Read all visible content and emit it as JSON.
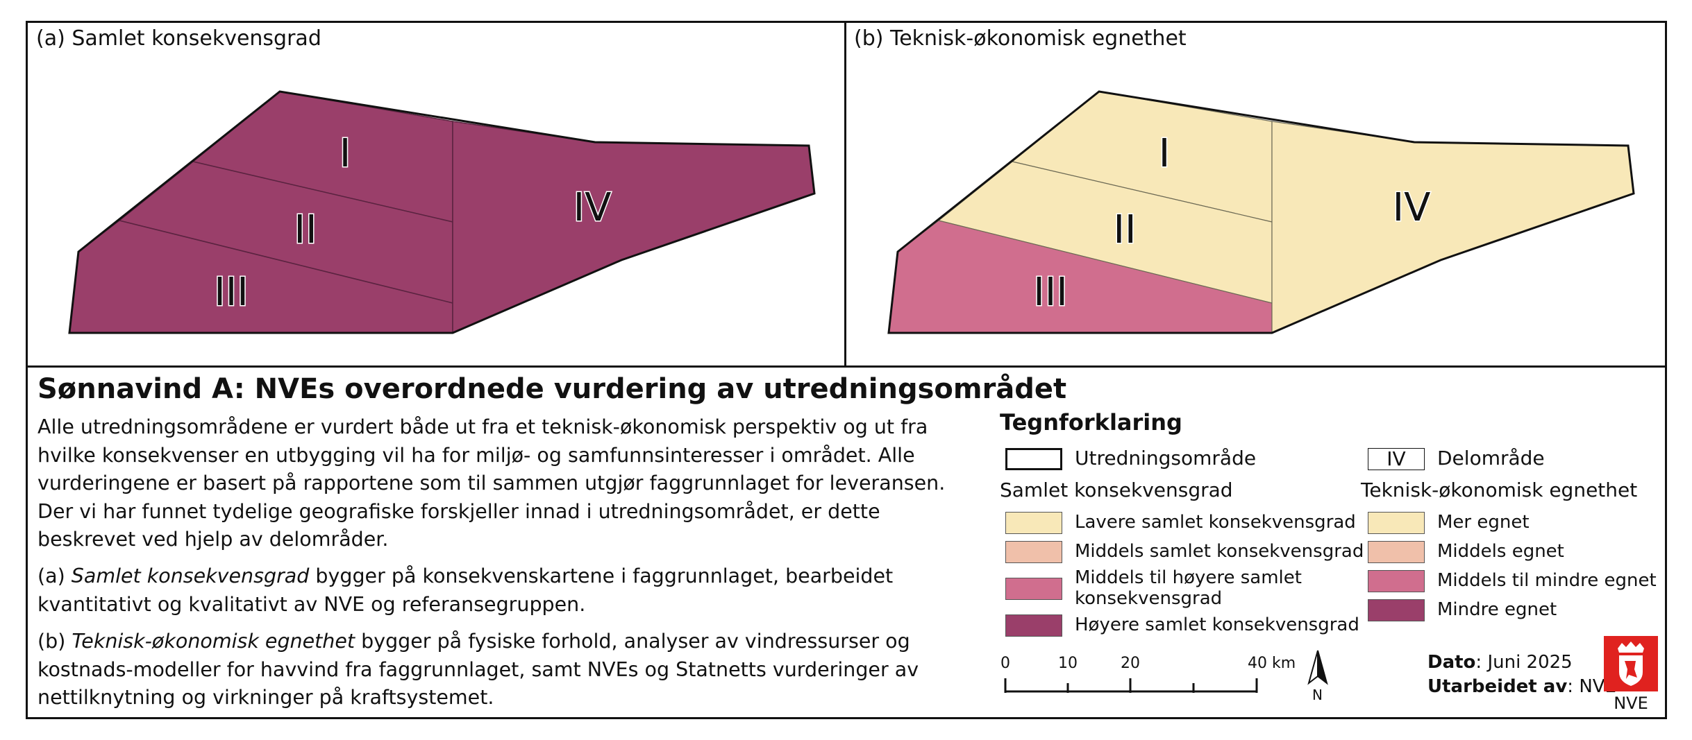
{
  "panel_a": {
    "label": "(a) Samlet konsekvensgrad",
    "areas": [
      {
        "id": "I",
        "label": "I",
        "class": "Høyere samlet konsekvensgrad"
      },
      {
        "id": "II",
        "label": "II",
        "class": "Høyere samlet konsekvensgrad"
      },
      {
        "id": "III",
        "label": "III",
        "class": "Høyere samlet konsekvensgrad"
      },
      {
        "id": "IV",
        "label": "IV",
        "class": "Høyere samlet konsekvensgrad"
      }
    ]
  },
  "panel_b": {
    "label": "(b) Teknisk-økonomisk egnethet",
    "areas": [
      {
        "id": "I",
        "label": "I",
        "class": "Mer egnet"
      },
      {
        "id": "II",
        "label": "II",
        "class": "Mer egnet"
      },
      {
        "id": "III",
        "label": "III",
        "class": "Middels til mindre egnet"
      },
      {
        "id": "IV",
        "label": "IV",
        "class": "Mer egnet"
      }
    ]
  },
  "title": "Sønnavind A: NVEs overordnede vurdering av utredningsområdet",
  "text": {
    "intro": "Alle utredningsområdene er vurdert både ut fra et teknisk-økonomisk perspektiv og ut fra hvilke konsekvenser en utbygging vil ha for miljø- og samfunnsinteresser i området. Alle vurderingene er basert på rapportene som til sammen utgjør faggrunnlaget for leveransen. Der vi har funnet tydelige geografiske forskjeller innad i utredningsområdet, er dette beskrevet ved hjelp av delområder.",
    "a_prefix": "(a) ",
    "a_term": "Samlet konsekvensgrad",
    "a_rest": " bygger på konsekvenskartene i faggrunnlaget, bearbeidet kvantitativt og kvalitativt av NVE og referansegruppen.",
    "b_prefix": "(b) ",
    "b_term": "Teknisk-økonomisk egnethet",
    "b_rest": " bygger på fysiske forhold, analyser av vindressurser og kostnads-modeller for havvind fra faggrunnlaget, samt NVEs og Statnetts vurderinger av nettilknytning og virkninger på kraftsystemet."
  },
  "legend": {
    "title": "Tegnforklaring",
    "outline_label": "Utredningsområde",
    "subarea_symbol": "IV",
    "subarea_label": "Delområde",
    "col1_heading": "Samlet konsekvensgrad",
    "col2_heading": "Teknisk-økonomisk egnethet",
    "col1_items": [
      "Lavere samlet konsekvensgrad",
      "Middels samlet konsekvensgrad",
      "Middels til høyere samlet konsekvensgrad",
      "Høyere samlet konsekvensgrad"
    ],
    "col2_items": [
      "Mer egnet",
      "Middels egnet",
      "Middels til mindre egnet",
      "Mindre egnet"
    ],
    "colors": [
      "#f8e8b8",
      "#f0c0aa",
      "#d06e8e",
      "#9a3f6a"
    ]
  },
  "scale": {
    "ticks": [
      "0",
      "10",
      "20",
      "40"
    ],
    "unit": "km",
    "north": "N"
  },
  "meta": {
    "date_label": "Dato",
    "date_value": ": Juni 2025",
    "author_label": "Utarbeidet av",
    "author_value": ": NVE",
    "logo_text": "NVE"
  }
}
